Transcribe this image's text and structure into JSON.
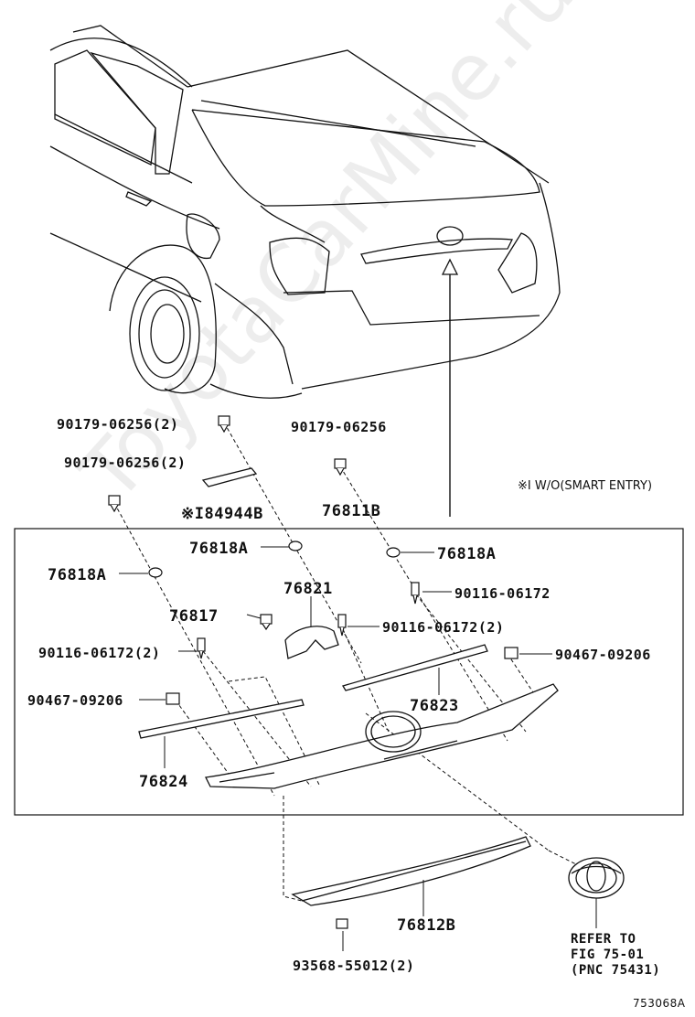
{
  "watermark": "ToyotaCarMine.ru",
  "note": "※I W/O(SMART ENTRY)",
  "labels": {
    "p90179_06256_2_top": "90179-06256(2)",
    "p90179_06256_right": "90179-06256",
    "p90179_06256_2_mid": "90179-06256(2)",
    "p84944B": "※I84944B",
    "p76811B": "76811B",
    "p76818A_center": "76818A",
    "p76818A_right": "76818A",
    "p76818A_left": "76818A",
    "p76821": "76821",
    "p90116_06172_right": "90116-06172",
    "p76817": "76817",
    "p90116_06172_2_center": "90116-06172(2)",
    "p90116_06172_2_left": "90116-06172(2)",
    "p90467_09206_right": "90467-09206",
    "p90467_09206_left": "90467-09206",
    "p76823": "76823",
    "p76824": "76824",
    "p76812B": "76812B",
    "p93568_55012_2": "93568-55012(2)"
  },
  "refer": {
    "line1": "REFER TO",
    "line2": "FIG 75-01",
    "line3": "(PNC 75431)"
  },
  "figure_id": "753068A"
}
